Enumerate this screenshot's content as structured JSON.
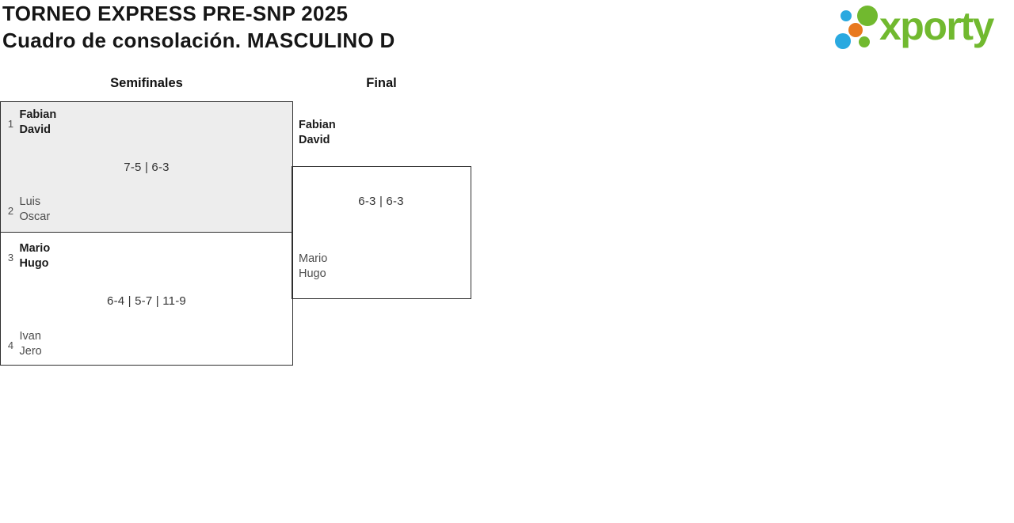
{
  "page": {
    "title_line1": "TORNEO EXPRESS PRE-SNP 2025",
    "title_line2": "Cuadro de consolación. MASCULINO D"
  },
  "logo": {
    "wordmark": "xporty",
    "colors": {
      "green": "#71b92f",
      "blue": "#2aa9e0",
      "orange": "#e8791d"
    }
  },
  "bracket": {
    "colors": {
      "highlight_fill": "#ededed",
      "border": "#2e2e2e",
      "winner_text": "#1c1c1c",
      "loser_text": "#4d4d4d"
    },
    "rounds": [
      {
        "label": "Semifinales"
      },
      {
        "label": "Final"
      }
    ],
    "semifinals": [
      {
        "team1": {
          "seed": "1",
          "players": [
            "Fabian",
            "David"
          ],
          "winner": true
        },
        "team2": {
          "seed": "2",
          "players": [
            "Luis",
            "Oscar"
          ],
          "winner": false
        },
        "score": "7-5 | 6-3"
      },
      {
        "team1": {
          "seed": "3",
          "players": [
            "Mario",
            "Hugo"
          ],
          "winner": true
        },
        "team2": {
          "seed": "4",
          "players": [
            "Ivan",
            "Jero"
          ],
          "winner": false
        },
        "score": "6-4 | 5-7 | 11-9"
      }
    ],
    "final": {
      "team1": {
        "players": [
          "Fabian",
          "David"
        ],
        "winner": true
      },
      "team2": {
        "players": [
          "Mario",
          "Hugo"
        ],
        "winner": false
      },
      "score": "6-3 | 6-3"
    }
  }
}
